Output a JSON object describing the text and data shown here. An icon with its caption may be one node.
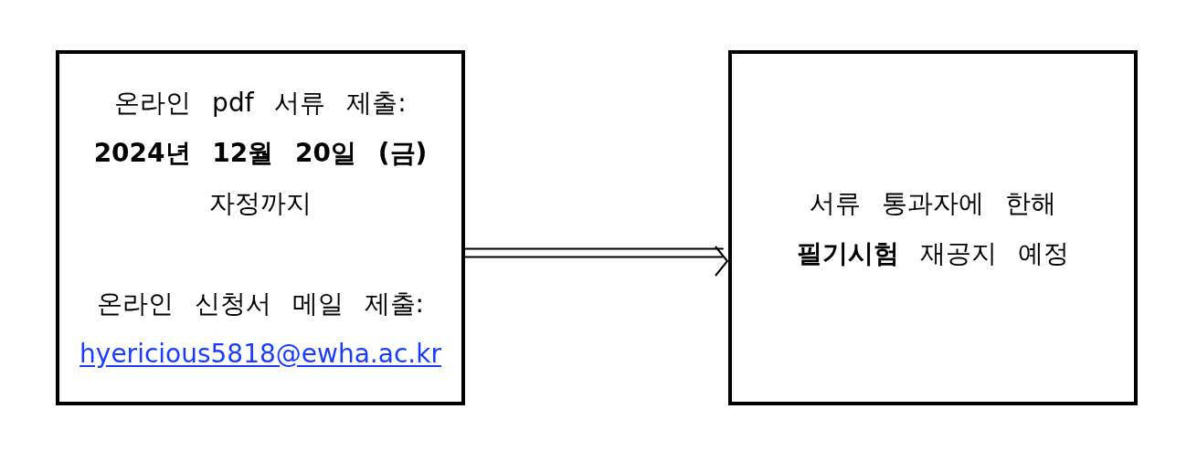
{
  "diagram": {
    "nodes": [
      {
        "text": [
          "온라인 pdf 서류 제출: **2024년 12월 20일 (금)** 자정까지",
          "온라인 신청서 메일 제출:",
          "hyericious5818@ewha.ac.kr"
        ]
      },
      {
        "text": [
          "서류 통과자에 한해 **필기시험** 재공지 예정"
        ]
      }
    ],
    "edges": [
      {
        "from": 0,
        "to": 1,
        "arrow": "to"
      }
    ]
  }
}
